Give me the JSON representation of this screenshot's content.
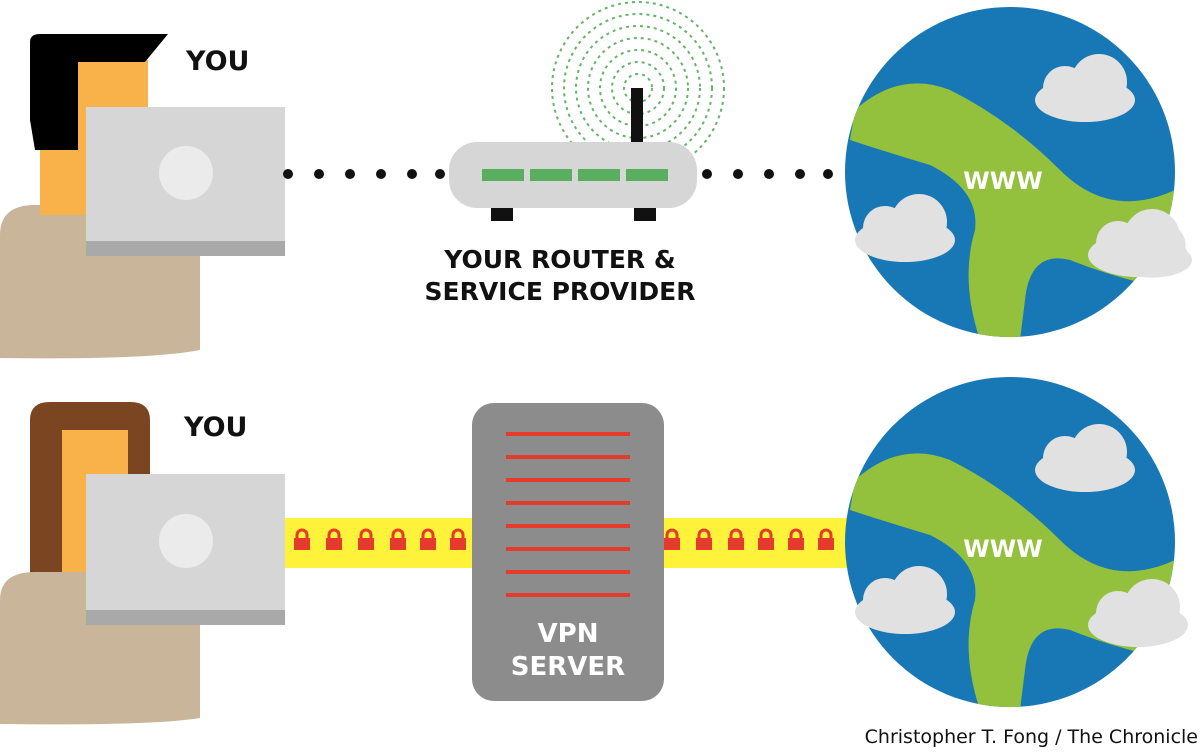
{
  "labels": {
    "you_top": "YOU",
    "you_bottom": "YOU",
    "router_line1": "YOUR ROUTER &",
    "router_line2": "SERVICE PROVIDER",
    "vpn_line1": "VPN",
    "vpn_line2": "SERVER",
    "www_top": "WWW",
    "www_bottom": "WWW"
  },
  "credit": "Christopher T. Fong / The Chronicle",
  "colors": {
    "skin": "#f9b24a",
    "body": "#c9b59a",
    "hair_male": "#000000",
    "hair_female": "#7b4521",
    "laptop": "#d6d6d6",
    "laptop_base": "#a9a9a9",
    "laptop_logo": "#ebebeb",
    "router": "#d6d6d6",
    "router_led": "#5aae5f",
    "wifi": "#66b36a",
    "ocean": "#1877b5",
    "land": "#93c03d",
    "cloud": "#e1e1e1",
    "tunnel": "#fff23a",
    "lock": "#e53b2c",
    "server": "#8c8c8c",
    "server_line": "#e53b2c"
  },
  "icons": [
    "person-icon",
    "laptop-icon",
    "router-icon",
    "wifi-signal-icon",
    "globe-icon",
    "cloud-icon",
    "lock-icon",
    "server-icon"
  ]
}
